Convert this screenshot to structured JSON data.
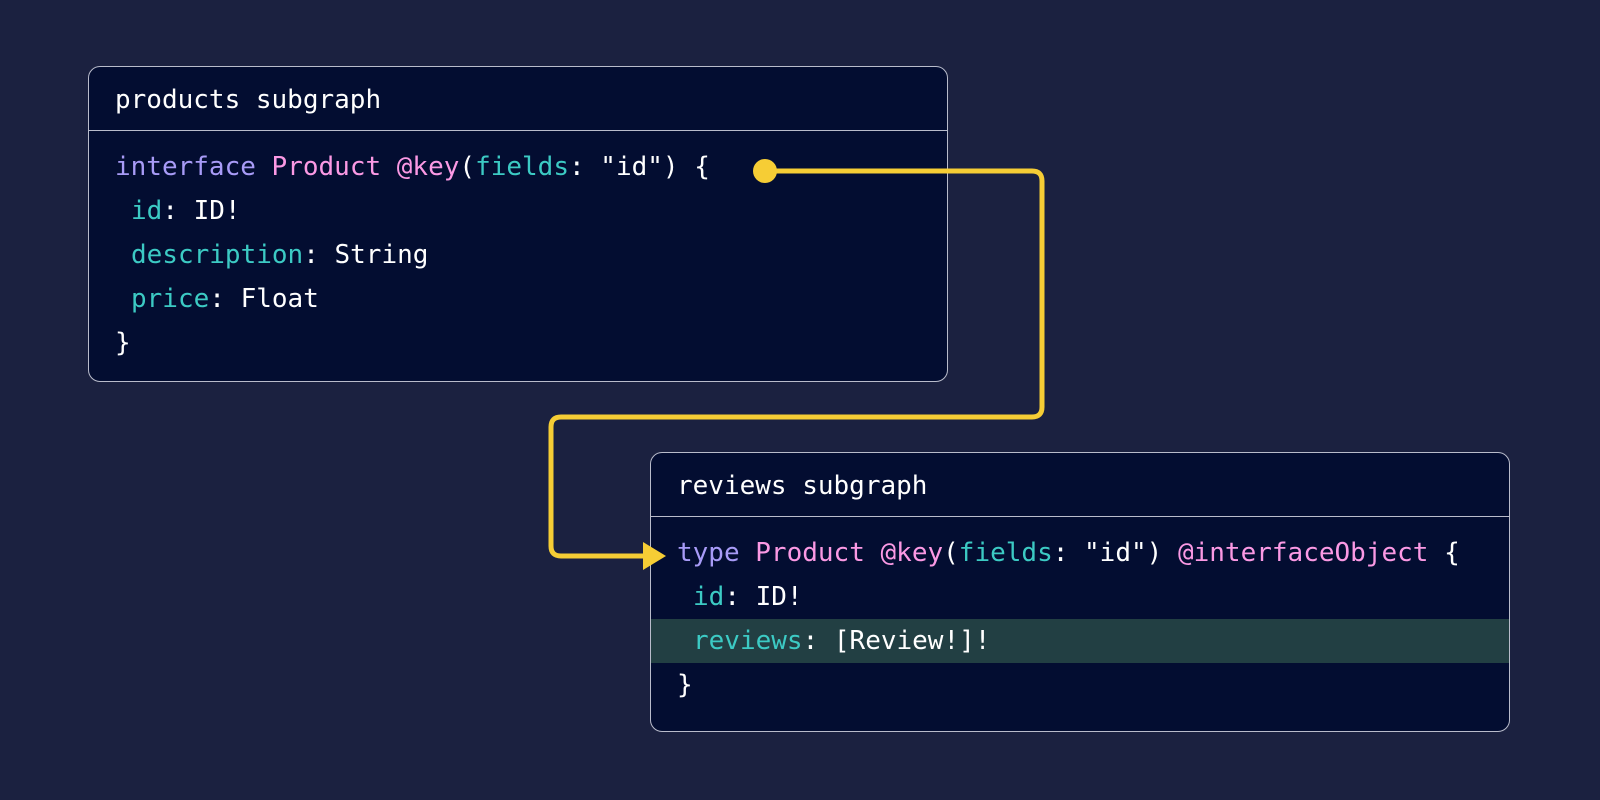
{
  "products": {
    "title": "products subgraph",
    "line1": {
      "keyword": "interface",
      "type_name": "Product",
      "directive": "@key",
      "open_paren": "(",
      "arg": "fields",
      "colon": ": ",
      "value": "\"id\"",
      "close": ") {"
    },
    "fields": [
      {
        "name": "id",
        "sep": ": ",
        "type": "ID!"
      },
      {
        "name": "description",
        "sep": ": ",
        "type": "String"
      },
      {
        "name": "price",
        "sep": ": ",
        "type": "Float"
      }
    ],
    "closing": "}"
  },
  "reviews": {
    "title": "reviews subgraph",
    "line1": {
      "keyword": "type",
      "type_name": "Product",
      "directive": "@key",
      "open_paren": "(",
      "arg": "fields",
      "colon": ": ",
      "value": "\"id\"",
      "close_paren": ")",
      "directive2": "@interfaceObject",
      "brace": "{"
    },
    "fields": [
      {
        "name": "id",
        "sep": ": ",
        "type": "ID!"
      },
      {
        "name": "reviews",
        "sep": ": ",
        "type": "[Review!]!"
      }
    ],
    "closing": "}"
  },
  "colors": {
    "background": "#1b2140",
    "panel": "#030d31",
    "border": "#b9bccb",
    "keyword": "#a89bf7",
    "type_name": "#fb99e4",
    "field": "#3ccac4",
    "highlight": "#223f43",
    "connector": "#f6cd35"
  }
}
